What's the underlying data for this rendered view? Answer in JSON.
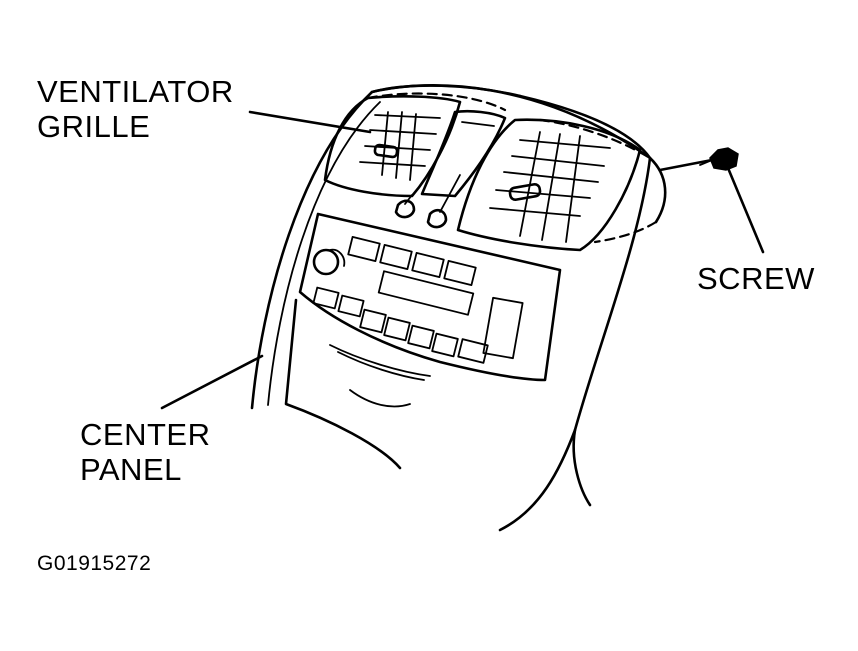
{
  "labels": {
    "ventilator_grille_line1": "VENTILATOR",
    "ventilator_grille_line2": "GRILLE",
    "screw": "SCREW",
    "center_panel_line1": "CENTER",
    "center_panel_line2": "PANEL"
  },
  "figure_code": "G01915272",
  "colors": {
    "ink": "#000000",
    "background": "#ffffff"
  }
}
